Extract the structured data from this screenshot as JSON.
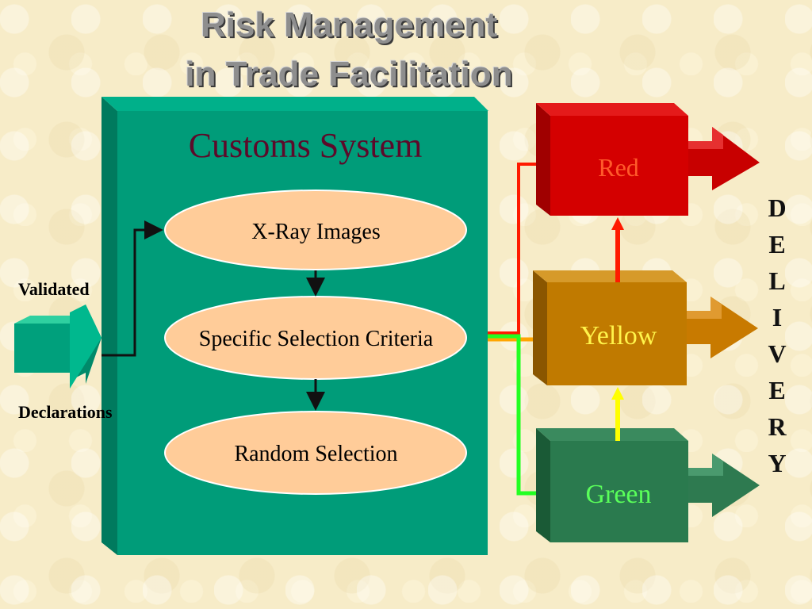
{
  "title": {
    "line1": "Risk Management",
    "line2": "in Trade Facilitation"
  },
  "customs_system": {
    "title": "Customs System",
    "steps": [
      "X-Ray Images",
      "Specific Selection Criteria",
      "Random Selection"
    ]
  },
  "input": {
    "validated": "Validated",
    "declarations": "Declarations"
  },
  "channels": {
    "red": "Red",
    "yellow": "Yellow",
    "green": "Green"
  },
  "delivery": [
    "D",
    "E",
    "L",
    "I",
    "V",
    "E",
    "R",
    "Y"
  ],
  "colors": {
    "customs_box": "#009c79",
    "ellipse_fill": "#ffcc99",
    "red_channel": "#d40000",
    "yellow_channel": "#c07a00",
    "green_channel": "#2a7a4e",
    "title_text": "#5c0a2a"
  }
}
